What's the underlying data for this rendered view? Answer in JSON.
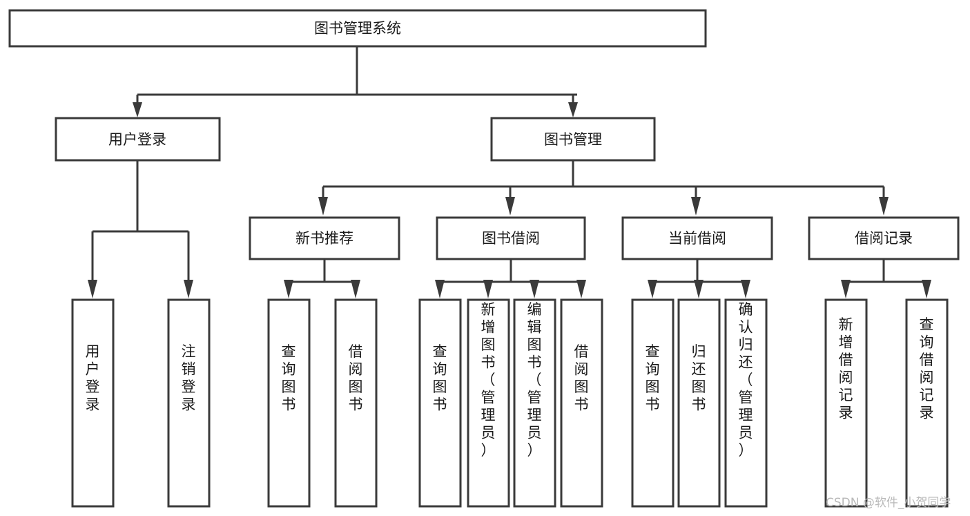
{
  "diagram": {
    "title": "图书管理系统",
    "type": "tree-hierarchy-diagram",
    "root": {
      "id": "root",
      "label": "图书管理系统"
    },
    "level2": [
      {
        "id": "user-login",
        "label": "用户登录"
      },
      {
        "id": "book-management",
        "label": "图书管理"
      }
    ],
    "level3": [
      {
        "id": "new-book-recommend",
        "label": "新书推荐",
        "parent": "book-management"
      },
      {
        "id": "book-borrow",
        "label": "图书借阅",
        "parent": "book-management"
      },
      {
        "id": "current-borrow",
        "label": "当前借阅",
        "parent": "book-management"
      },
      {
        "id": "borrow-record",
        "label": "借阅记录",
        "parent": "book-management"
      }
    ],
    "leaves": [
      {
        "id": "leaf-user-login",
        "label": "用户登录",
        "parent": "user-login"
      },
      {
        "id": "leaf-logout",
        "label": "注销登录",
        "parent": "user-login"
      },
      {
        "id": "leaf-query-book-1",
        "label": "查询图书",
        "parent": "new-book-recommend"
      },
      {
        "id": "leaf-borrow-book-1",
        "label": "借阅图书",
        "parent": "new-book-recommend"
      },
      {
        "id": "leaf-query-book-2",
        "label": "查询图书",
        "parent": "book-borrow"
      },
      {
        "id": "leaf-add-book",
        "label": "新增图书（管理员）",
        "parent": "book-borrow"
      },
      {
        "id": "leaf-edit-book",
        "label": "编辑图书（管理员）",
        "parent": "book-borrow"
      },
      {
        "id": "leaf-borrow-book-2",
        "label": "借阅图书",
        "parent": "book-borrow"
      },
      {
        "id": "leaf-query-book-3",
        "label": "查询图书",
        "parent": "current-borrow"
      },
      {
        "id": "leaf-return-book",
        "label": "归还图书",
        "parent": "current-borrow"
      },
      {
        "id": "leaf-confirm-return",
        "label": "确认归还（管理员）",
        "parent": "current-borrow"
      },
      {
        "id": "leaf-add-record",
        "label": "新增借阅记录",
        "parent": "borrow-record"
      },
      {
        "id": "leaf-query-record",
        "label": "查询借阅记录",
        "parent": "borrow-record"
      }
    ],
    "colors": {
      "stroke": "#3a3a3a",
      "fill": "#ffffff",
      "text": "#1a1a1a",
      "watermark": "#b9b9b9"
    }
  },
  "watermark": {
    "text": "CSDN @软件_小贺同学"
  }
}
